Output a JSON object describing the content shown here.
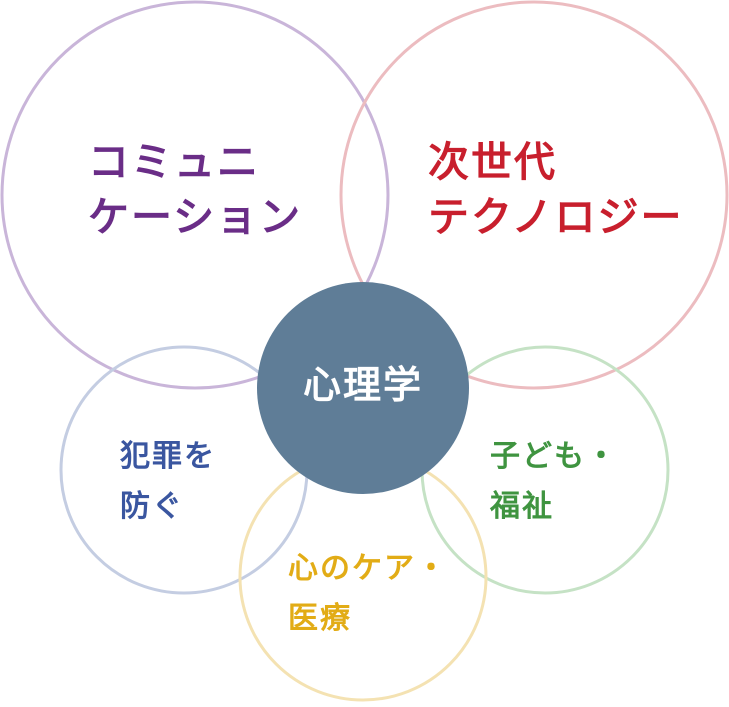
{
  "center": {
    "label": "心理学",
    "color": "#5f7d97",
    "text_color": "#ffffff"
  },
  "topics": {
    "communication": {
      "line1": "コミュニ",
      "line2": "ケーション",
      "color": "#6a2d87",
      "stroke": "#c9b5d9"
    },
    "technology": {
      "line1": "次世代",
      "line2": "テクノロジー",
      "color": "#c81f2d",
      "stroke": "#ecbcc0"
    },
    "crime": {
      "line1": "犯罪を",
      "line2": "防ぐ",
      "color": "#3a56a0",
      "stroke": "#c4cde2"
    },
    "children": {
      "line1": "子ども・",
      "line2": "福祉",
      "color": "#3f9440",
      "stroke": "#c5e2c5"
    },
    "mentalcare": {
      "line1": "心のケア・",
      "line2": "医療",
      "color": "#e2ac16",
      "stroke": "#f4e2b2"
    }
  }
}
